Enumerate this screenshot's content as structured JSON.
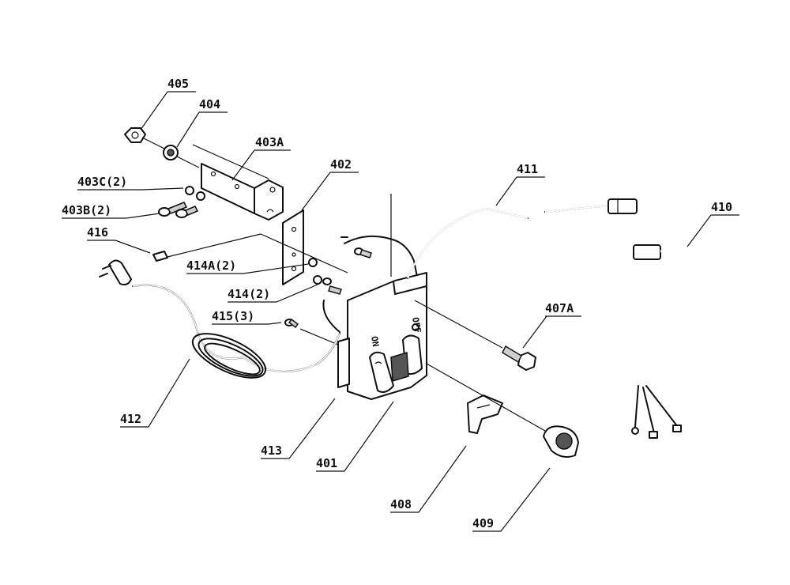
{
  "labels": {
    "l405": "405",
    "l404": "404",
    "l403A": "403A",
    "l402": "402",
    "l403C": "403C(2)",
    "l403B": "403B(2)",
    "l416": "416",
    "l414A": "414A(2)",
    "l414": "414(2)",
    "l415": "415(3)",
    "l411": "411",
    "l410": "410",
    "l407A": "407A",
    "l412": "412",
    "l413": "413",
    "l401": "401",
    "l408": "408",
    "l409": "409"
  },
  "switch_text": {
    "on": "ON",
    "off": "OFF"
  }
}
